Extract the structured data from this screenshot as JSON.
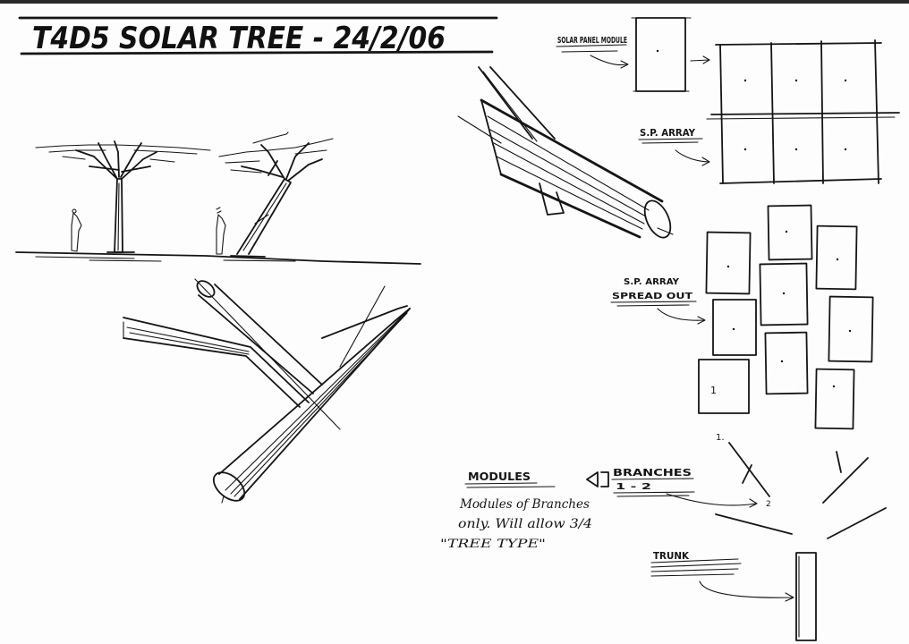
{
  "title": "T4D5 SOLAR TREE - 24/2/06",
  "labels": {
    "solar_panel": "SOLAR PANEL MODULE",
    "sp_array": "S.P. ARRAY",
    "sp_array_spread_1": "S.P. ARRAY",
    "sp_array_spread_2": "SPREAD OUT",
    "modules_heading": "MODULES",
    "modules_note_1": "Modules of Branches",
    "modules_note_2": "only. Will allow 3/4",
    "modules_note_3": "\"TREE TYPE\"",
    "branches_label": "BRANCHES",
    "branches_sub": "1 - 2",
    "branch_mark_1": "1.",
    "branch_mark_2": "2",
    "trunk_label": "TRUNK",
    "module_mark": "1"
  }
}
